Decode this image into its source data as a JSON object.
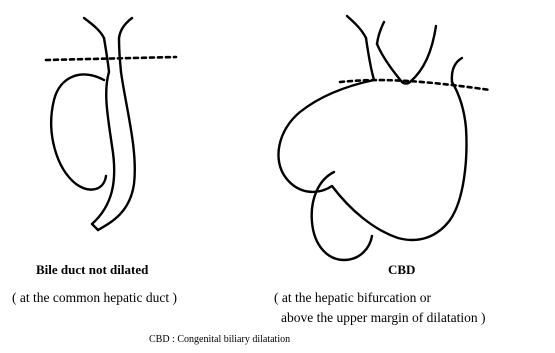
{
  "left_panel": {
    "title": "Bile duct not dilated",
    "subtitle": "( at the common hepatic duct )"
  },
  "right_panel": {
    "title": "CBD",
    "subtitle_line1": "( at the hepatic bifurcation or",
    "subtitle_line2": "above the upper margin of dilatation )"
  },
  "footnote": "CBD  :  Congenital biliary dilatation",
  "colors": {
    "stroke": "#000000",
    "background": "#ffffff"
  }
}
